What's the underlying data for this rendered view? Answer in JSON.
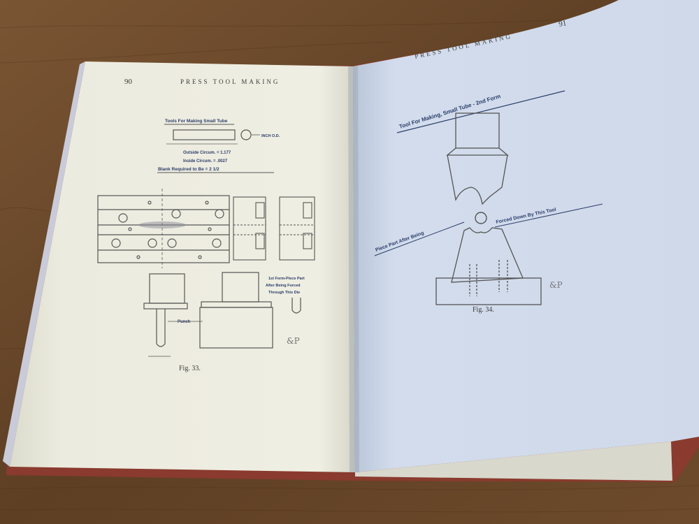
{
  "left_page": {
    "page_number": "90",
    "running_head": "PRESS TOOL MAKING",
    "figure_title": "Tools For Making Small Tube",
    "annotation_inch_od": "INCH O.D.",
    "spec_lines": [
      "Outside Circum. = 1.177",
      "Inside Circum. = .0027",
      "Blank Required to Be = 2 1/2"
    ],
    "first_form_note": [
      "1st Form-Piece Part",
      "After Being Forced",
      "Through This Die"
    ],
    "punch_label": "Punch",
    "signature": "&P",
    "caption": "Fig. 33."
  },
  "right_page": {
    "page_number": "91",
    "running_head": "PRESS TOOL MAKING",
    "figure_title": "Tool For Making, Small Tube - 2nd Form",
    "left_note": "Piece Part After Being",
    "right_note": "Forced Down By This Tool",
    "signature": "&P",
    "caption": "Fig. 34."
  },
  "colors": {
    "table_wood": "#6b4a2c",
    "left_paper": "#ecebdf",
    "right_paper": "#cfd9ea",
    "ink": "#4a4a4a",
    "hand_ink": "#2c3e6a"
  }
}
